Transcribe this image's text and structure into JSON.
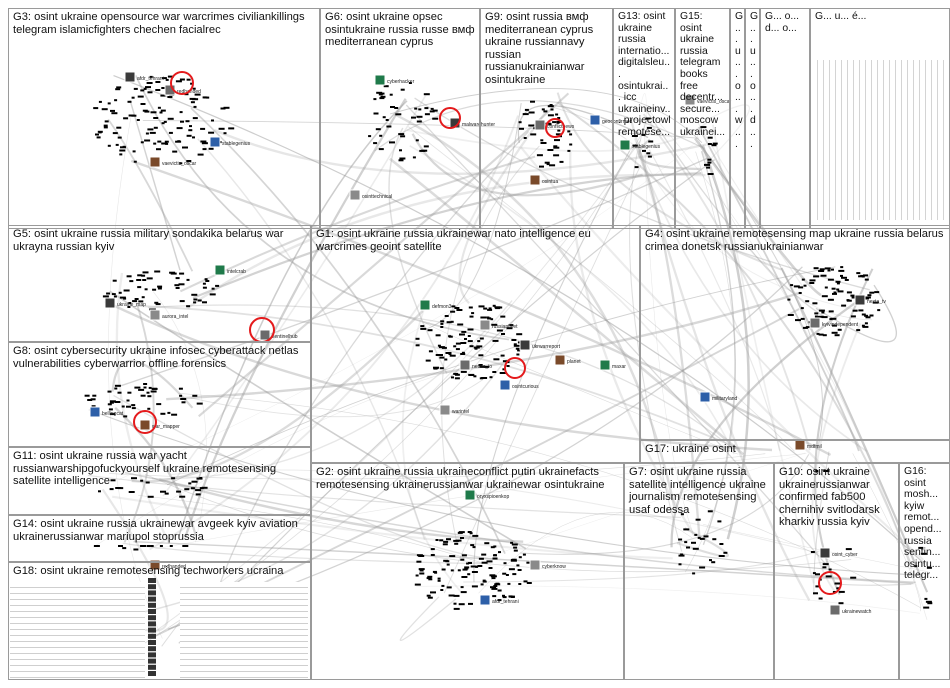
{
  "groups": [
    {
      "id": "G1",
      "label": "G1: osint ukraine russia ukrainewar nato intelligence eu warcrimes geoint satellite"
    },
    {
      "id": "G2",
      "label": "G2: osint ukraine russia ukraineconflict putin ukrainefacts remotesensing ukrainerussianwar ukrainewar osintukraine"
    },
    {
      "id": "G3",
      "label": "G3: osint ukraine opensource war warcrimes civiliankillings telegram islamicfighters chechen facialrec"
    },
    {
      "id": "G4",
      "label": "G4: osint ukraine remotesensing map ukraine russia belarus crimea donetsk russianukrainianwar"
    },
    {
      "id": "G5",
      "label": "G5: osint ukraine russia military sondakika belarus war ukrayna russian kyiv"
    },
    {
      "id": "G6",
      "label": "G6: osint ukraine opsec osintukraine russia russe вмф mediterranean cyprus"
    },
    {
      "id": "G7",
      "label": "G7: osint ukraine russia satellite intelligence ukraine journalism remotesensing usaf odessa"
    },
    {
      "id": "G8",
      "label": "G8: osint cybersecurity ukraine infosec cyberattack netlas vulnerabilities cyberwarrior offline forensics"
    },
    {
      "id": "G9",
      "label": "G9: osint russia вмф mediterranean cyprus ukraine russiannavy russian russianukrainianwar osintukraine"
    },
    {
      "id": "G10",
      "label": "G10: osint ukraine ukrainerussianwar confirmed fab500 chernihiv svitlodarsk kharkiv russia kyiv"
    },
    {
      "id": "G11",
      "label": "G11: osint ukraine russia war yacht russianwarshipgofuckyourself ukraine remotesensing satellite intelligence"
    },
    {
      "id": "G13",
      "label": "G13: osint ukraine russia internatio... digitalsleu... osintukrai... icc ukraineinv... projectowl remotese..."
    },
    {
      "id": "G14",
      "label": "G14: osint ukraine russia ukrainewar avgeek kyiv aviation ukrainerussianwar mariupol stoprussia"
    },
    {
      "id": "G15",
      "label": "G15: osint ukraine russia telegram books free decentr... secure... moscow ukrainei..."
    },
    {
      "id": "G16",
      "label": "G16: osint mosh... kyiw remot... opend... russia sentin... osintu... telegr..."
    },
    {
      "id": "G17",
      "label": "G17: ukraine osint"
    },
    {
      "id": "G18",
      "label": "G18: osint ukraine remotesensing techworkers ucraina"
    },
    {
      "id": "G19",
      "label": "G... u... o... w..."
    },
    {
      "id": "G20",
      "label": "G... u... o... d..."
    },
    {
      "id": "G21",
      "label": "G... o... d... o..."
    },
    {
      "id": "G22",
      "label": "G... u... é..."
    }
  ],
  "node_labels": [
    "afdr_tehrani",
    "redhanded",
    "stablegenius",
    "vaevictis_oscar",
    "cyberhacker",
    "osinttechnical",
    "malwarehunter",
    "conflictnews",
    "geoconfirmed",
    "osintua",
    "intelcrab",
    "aurora_intel",
    "ukraine_map",
    "sentinelhub",
    "bellingcat",
    "war_mapper",
    "defmon3",
    "russianfleet",
    "ukrwarreport",
    "netlas_io",
    "osintcurious",
    "planet",
    "maxar",
    "warintel",
    "nexta_tv",
    "kyivindependent",
    "militaryland",
    "mdfmil",
    "oryxspioenkop",
    "cyberknow",
    "osint_cyber",
    "ukrainewatch"
  ],
  "colors": {
    "edge": "#9a9a9a",
    "box_border": "#9a9a9a",
    "highlight_ring": "#e41a1c",
    "node_mark": "#000000",
    "background": "#ffffff"
  }
}
